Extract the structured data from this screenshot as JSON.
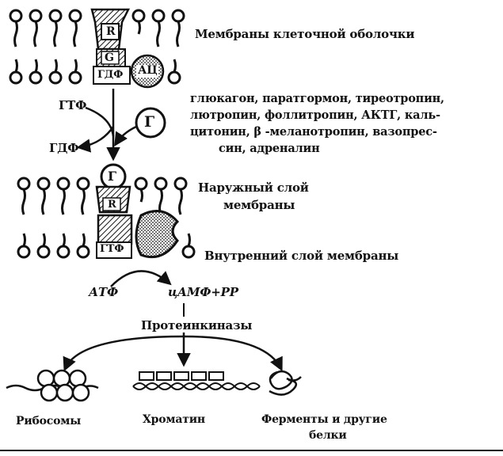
{
  "labels": {
    "cell_membranes": "Мембраны клеточной оболочки",
    "hormones": [
      "глюкагон, паратгормон, тиреотропин,",
      "лютропин, фоллитропин, АКТГ, каль-",
      "цитонин, β -меланотропин, вазопрес-",
      "син, адреналин"
    ],
    "outer_layer": [
      "Наружный слой",
      "мембраны"
    ],
    "inner_layer": "Внутренний слой мембраны",
    "protein_kinases": "Протеинкиназы",
    "gtp": "ГТФ",
    "gdp": "ГДФ",
    "atp": "АТФ",
    "camp_pp": "цАМФ+РР",
    "ribosomes": "Рибосомы",
    "chromatin": "Хроматин",
    "enzymes": [
      "Ферменты и другие",
      "белки"
    ]
  },
  "symbols": {
    "receptor": "R",
    "g_protein": "G",
    "gdp_small": "ГДФ",
    "gtp_small": "ГТФ",
    "adenylate_cyclase": "АЦ",
    "hormone": "Г"
  }
}
